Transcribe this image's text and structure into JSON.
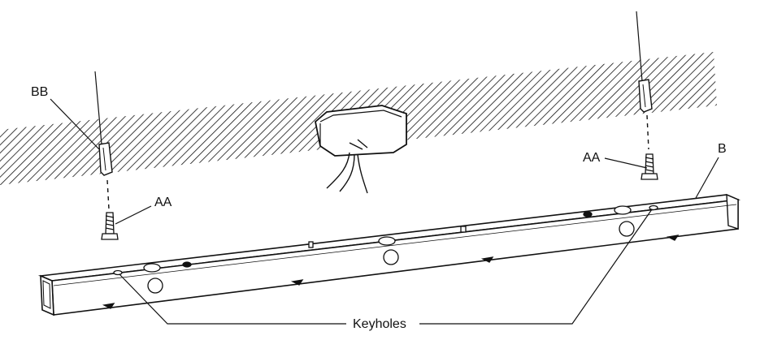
{
  "labels": {
    "anchor_left": "BB",
    "screw_left": "AA",
    "screw_right": "AA",
    "bracket": "B",
    "keyholes": "Keyholes"
  },
  "colors": {
    "ink": "#111111",
    "paper": "#ffffff"
  }
}
